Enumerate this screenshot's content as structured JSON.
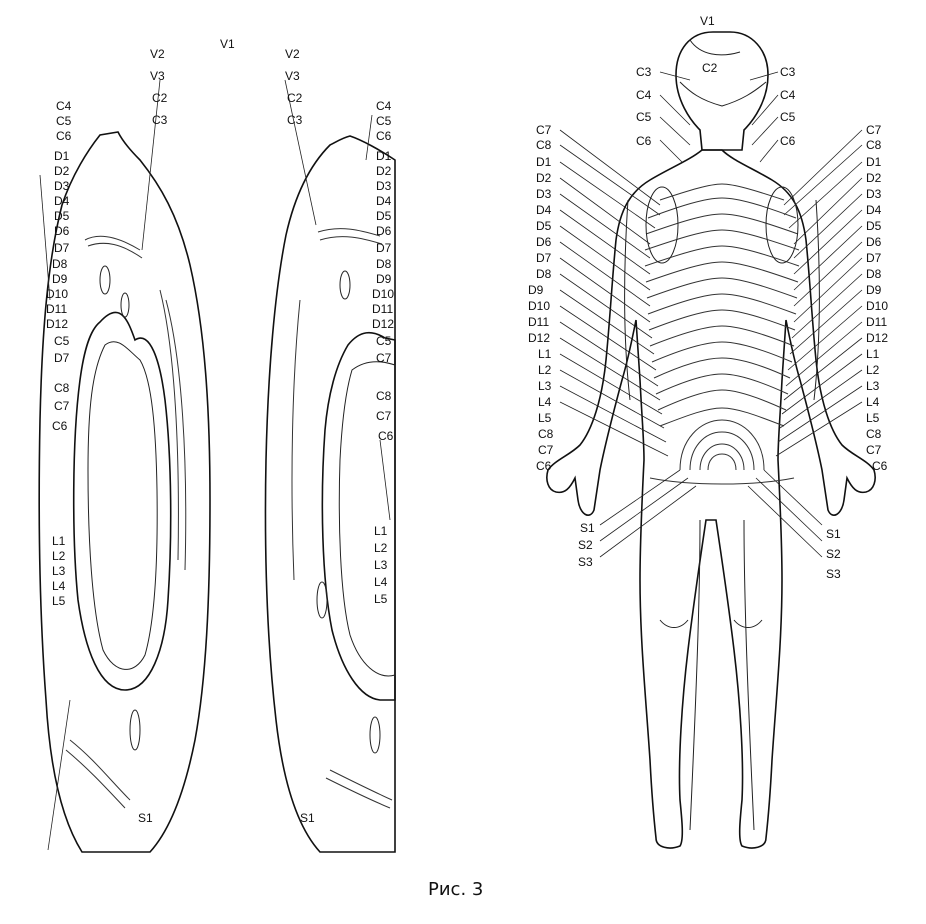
{
  "caption": "Рис. 3",
  "embryo_left": {
    "top_labels": [
      "V2",
      "V3",
      "C2",
      "C3"
    ],
    "v1": "V1",
    "left_labels": [
      "C4",
      "C5",
      "C6",
      "D1",
      "D2",
      "D3",
      "D4",
      "D5",
      "D6",
      "D7",
      "D8",
      "D9",
      "D10",
      "D11",
      "D12",
      "C5",
      "D7",
      "C8",
      "C7",
      "C6",
      "L1",
      "L2",
      "L3",
      "L4",
      "L5"
    ],
    "bottom_label": "S1"
  },
  "embryo_right": {
    "top_labels": [
      "V2",
      "V3",
      "C2",
      "C3"
    ],
    "right_labels": [
      "C4",
      "C5",
      "C6",
      "D1",
      "D2",
      "D3",
      "D4",
      "D5",
      "D6",
      "D7",
      "D8",
      "D9",
      "D10",
      "D11",
      "D12",
      "C5",
      "C7",
      "C8",
      "C7",
      "C6",
      "L1",
      "L2",
      "L3",
      "L4",
      "L5"
    ],
    "bottom_label": "S1"
  },
  "body": {
    "head_top": "V1",
    "head_center": "C2",
    "left_upper": [
      "C3",
      "C4",
      "C5",
      "C6"
    ],
    "right_upper": [
      "C3",
      "C4",
      "C5",
      "C6"
    ],
    "left_side": [
      "C7",
      "C8",
      "D1",
      "D2",
      "D3",
      "D4",
      "D5",
      "D6",
      "D7",
      "D8",
      "D9",
      "D10",
      "D11",
      "D12",
      "L1",
      "L2",
      "L3",
      "L4",
      "L5",
      "C8",
      "C7",
      "C6"
    ],
    "right_side": [
      "C7",
      "C8",
      "D1",
      "D2",
      "D3",
      "D4",
      "D5",
      "D6",
      "D7",
      "D8",
      "D9",
      "D10",
      "D11",
      "D12",
      "L1",
      "L2",
      "L3",
      "L4",
      "L5",
      "C8",
      "C7",
      "C6"
    ],
    "left_sacral": [
      "S1",
      "S2",
      "S3"
    ],
    "right_sacral": [
      "S1",
      "S2",
      "S3"
    ]
  }
}
